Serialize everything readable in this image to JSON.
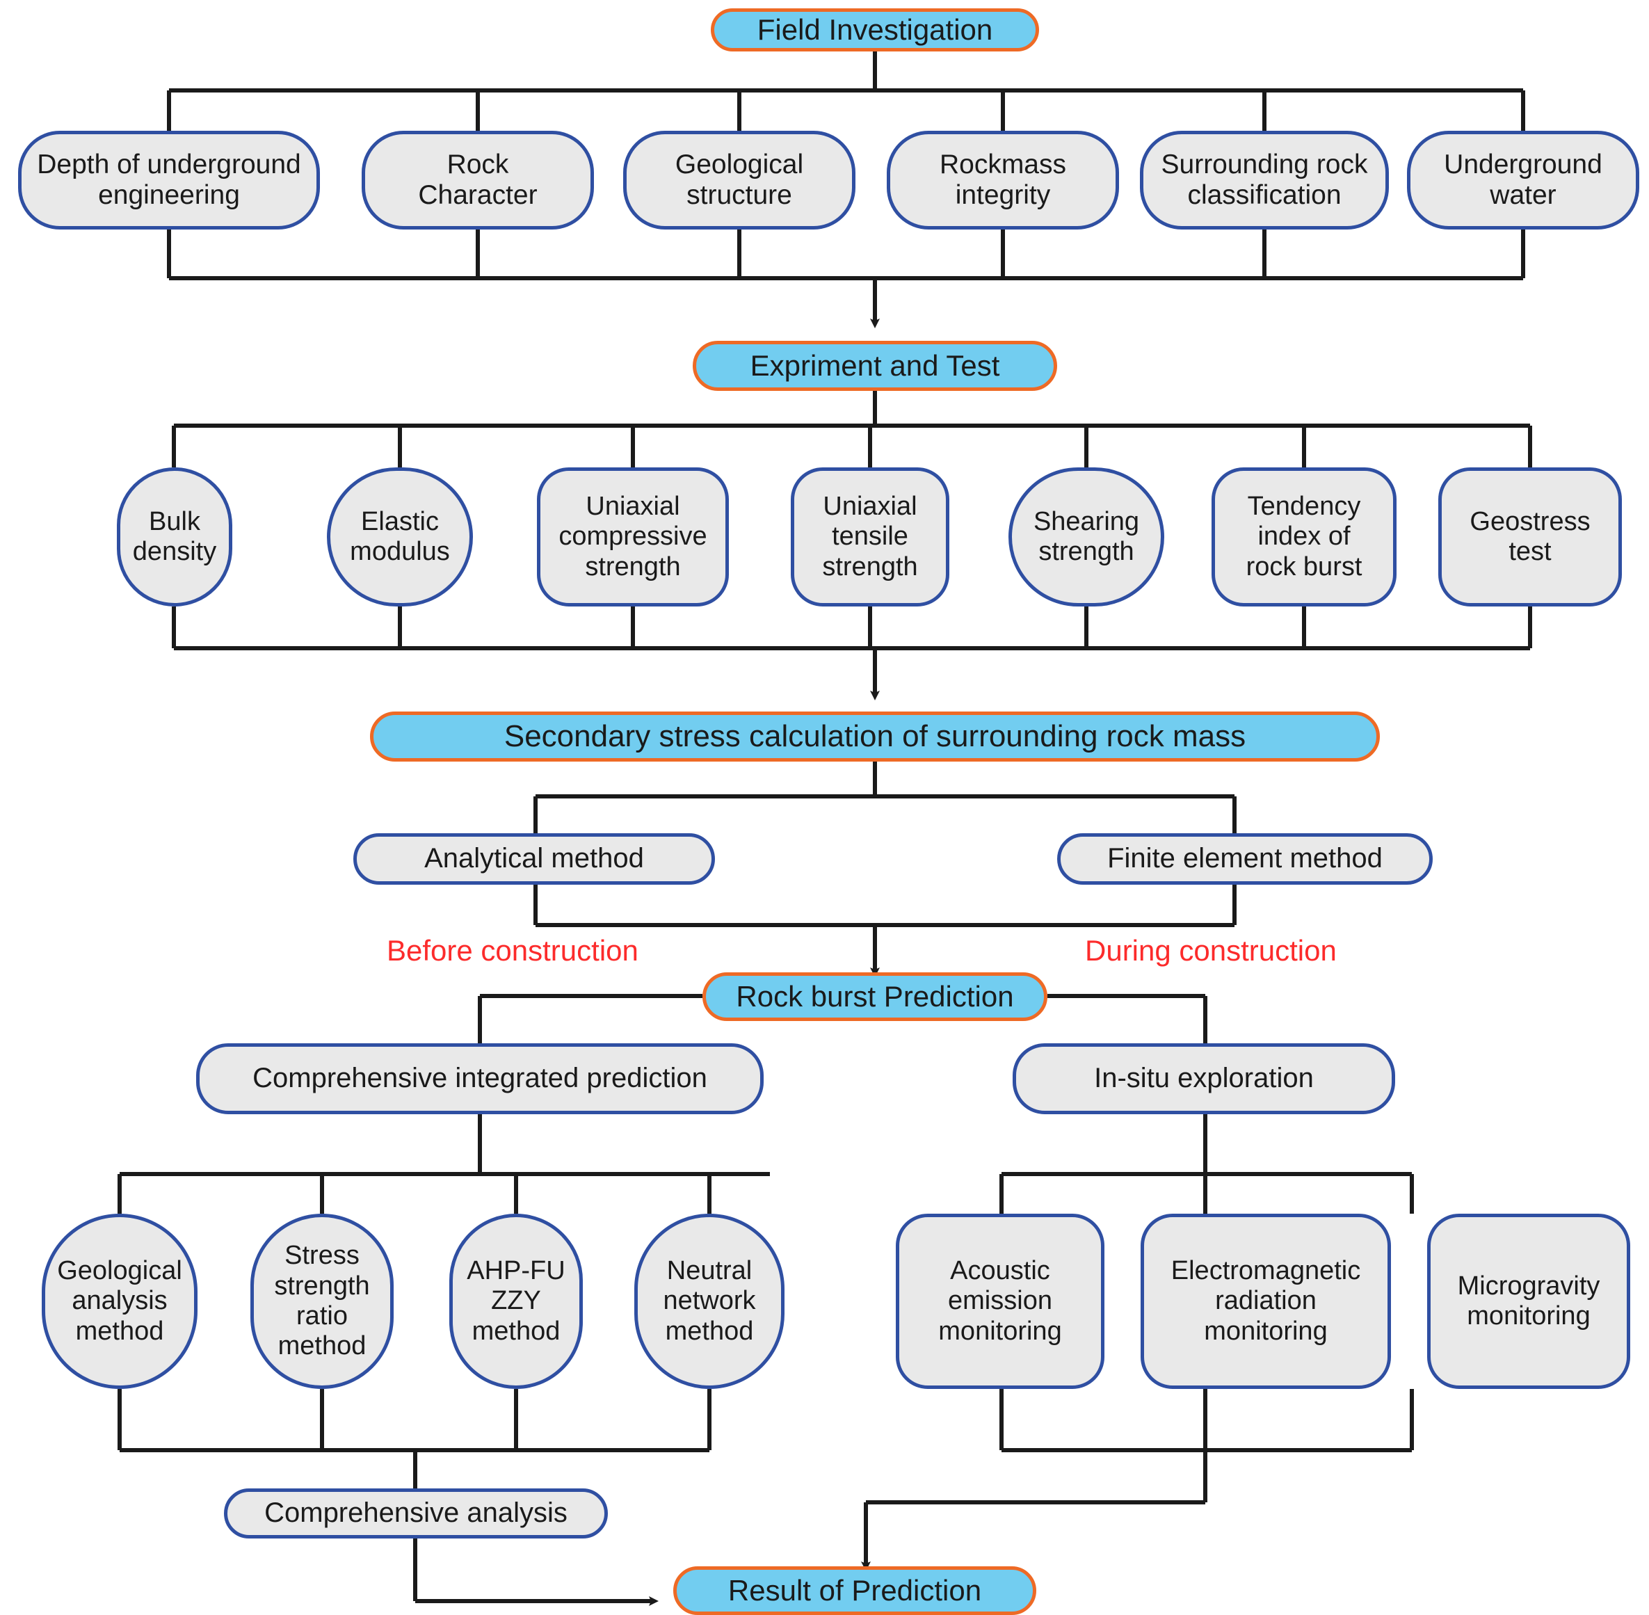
{
  "diagram": {
    "title": "Rock burst prediction workflow flowchart",
    "colors": {
      "primary_fill": "#72cdf0",
      "primary_stroke": "#ee6a25",
      "secondary_fill": "#e9e9e9",
      "secondary_stroke": "#2f4fa2",
      "annotation": "#fc2b2b",
      "connector": "#1a1a1a"
    },
    "stage1": {
      "header": "Field Investigation",
      "items": [
        "Depth of underground\nengineering",
        "Rock\nCharacter",
        "Geological\nstructure",
        "Rockmass\nintegrity",
        "Surrounding rock\nclassification",
        "Underground\nwater"
      ]
    },
    "stage2": {
      "header": "Expriment and Test",
      "items": [
        "Bulk\ndensity",
        "Elastic\nmodulus",
        "Uniaxial\ncompressive\nstrength",
        "Uniaxial\ntensile\nstrength",
        "Shearing\nstrength",
        "Tendency\nindex of\nrock burst",
        "Geostress\ntest"
      ]
    },
    "stage3": {
      "header": "Secondary stress calculation of surrounding rock mass",
      "items": [
        "Analytical method",
        "Finite element method"
      ]
    },
    "stage4": {
      "header": "Rock burst Prediction",
      "annotations": {
        "left": "Before construction",
        "right": "During construction"
      },
      "left_branch": {
        "header": "Comprehensive integrated prediction",
        "items": [
          "Geological\nanalysis\nmethod",
          "Stress\nstrength\nratio\nmethod",
          "AHP-FU\nZZY\nmethod",
          "Neutral\nnetwork\nmethod"
        ],
        "summary": "Comprehensive analysis"
      },
      "right_branch": {
        "header": "In-situ exploration",
        "items": [
          "Acoustic\nemission\nmonitoring",
          "Electromagnetic\nradiation\nmonitoring",
          "Microgravity\nmonitoring"
        ]
      }
    },
    "stage5": {
      "header": "Result of Prediction"
    }
  }
}
